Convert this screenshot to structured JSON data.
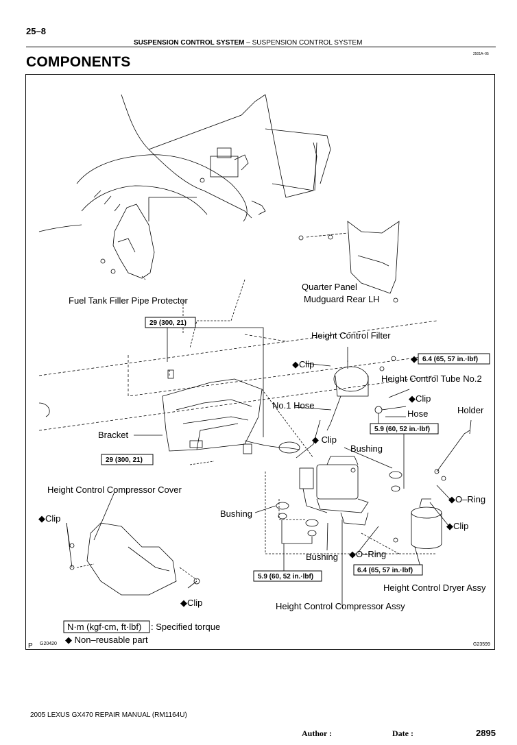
{
  "header": {
    "page_number": "25–8",
    "section_main": "SUSPENSION CONTROL SYSTEM",
    "section_sep": "–",
    "section_sub": "SUSPENSION CONTROL SYSTEM",
    "doc_code": "2501A–05",
    "title": "COMPONENTS"
  },
  "labels": {
    "fuel_tank_protector": "Fuel Tank Filler Pipe Protector",
    "quarter_panel": "Quarter Panel",
    "mudguard": "Mudguard Rear LH",
    "height_control_filter": "Height Control Filter",
    "clip_top": "◆Clip",
    "tube_no2": "Height Control Tube No.2",
    "no1_hose": "No.1 Hose",
    "clip_hose": "◆Clip",
    "hose": "Hose",
    "holder": "Holder",
    "bracket": "Bracket",
    "clip_mid": "◆ Clip",
    "bushing_right": "Bushing",
    "compressor_cover": "Height Control Compressor Cover",
    "clip_left": "◆Clip",
    "bushing_left": "Bushing",
    "oring_right": "◆O–Ring",
    "clip_right": "◆Clip",
    "bushing_bottom": "Bushing",
    "oring_bottom": "◆O–Ring",
    "dryer_assy": "Height Control Dryer Assy",
    "clip_cover": "◆Clip",
    "compressor_assy": "Height Control Compressor Assy"
  },
  "torque_boxes": {
    "top_left": "29 (300, 21)",
    "mid_left": "29 (300, 21)",
    "filter": "6.4 (65, 57 in.·lbf)",
    "hose": "5.9 (60, 52 in.·lbf)",
    "bottom_left": "5.9 (60, 52 in.·lbf)",
    "dryer": "6.4 (65, 57 in.·lbf)"
  },
  "legend": {
    "unit_box": "N·m (kgf·cm, ft·lbf)",
    "specified": ": Specified torque",
    "nonreusable": "◆ Non–reusable part"
  },
  "codes": {
    "p_mark": "P",
    "left_code": "G20420",
    "right_code": "G23599"
  },
  "footer": {
    "manual": "2005 LEXUS GX470 REPAIR MANUAL   (RM1164U)",
    "author": "Author :",
    "date": "Date :",
    "page": "2895"
  }
}
